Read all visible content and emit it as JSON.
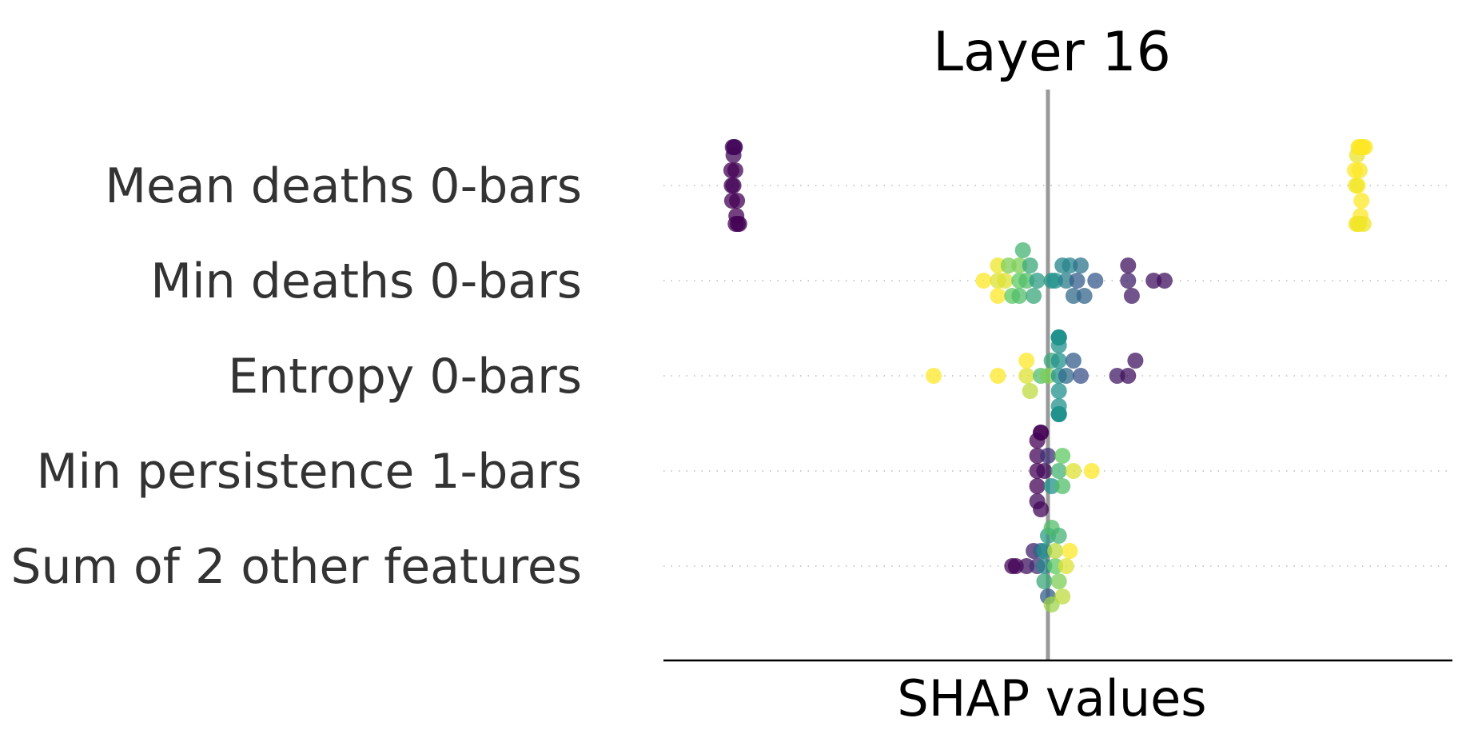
{
  "chart_data": {
    "type": "scatter",
    "subtype": "shap-beeswarm",
    "title": "Layer 16",
    "xlabel": "SHAP values",
    "ylabel": "",
    "xlim": [
      -1.0,
      1.0
    ],
    "x_ticks_shown": false,
    "zero_line": true,
    "grid": "dotted horizontal guide per feature",
    "colormap": "viridis",
    "colormap_stops": [
      "#440154",
      "#3b528b",
      "#21918c",
      "#5ec962",
      "#fde725"
    ],
    "features": [
      {
        "name": "Mean deaths 0-bars",
        "points": [
          {
            "x": -0.88,
            "f": 0.0
          },
          {
            "x": -0.885,
            "f": 0.02
          },
          {
            "x": -0.875,
            "f": 0.01
          },
          {
            "x": -0.87,
            "f": 0.0
          },
          {
            "x": -0.88,
            "f": 0.03
          },
          {
            "x": -0.872,
            "f": 0.0
          },
          {
            "x": -0.882,
            "f": 0.02
          },
          {
            "x": -0.868,
            "f": 0.01
          },
          {
            "x": -0.886,
            "f": 0.0
          },
          {
            "x": -0.876,
            "f": 0.04
          },
          {
            "x": -0.864,
            "f": 0.0
          },
          {
            "x": -0.878,
            "f": 0.02
          },
          {
            "x": -0.874,
            "f": 0.01
          },
          {
            "x": -0.884,
            "f": 0.0
          },
          {
            "x": 0.85,
            "f": 1.0
          },
          {
            "x": 0.845,
            "f": 0.98
          },
          {
            "x": 0.855,
            "f": 0.99
          },
          {
            "x": 0.86,
            "f": 1.0
          },
          {
            "x": 0.848,
            "f": 0.97
          },
          {
            "x": 0.858,
            "f": 1.0
          },
          {
            "x": 0.852,
            "f": 0.99
          },
          {
            "x": 0.866,
            "f": 0.98
          },
          {
            "x": 0.842,
            "f": 1.0
          },
          {
            "x": 0.862,
            "f": 0.99
          },
          {
            "x": 0.85,
            "f": 0.96
          },
          {
            "x": 0.856,
            "f": 1.0
          },
          {
            "x": 0.846,
            "f": 0.99
          },
          {
            "x": 0.864,
            "f": 1.0
          },
          {
            "x": 0.854,
            "f": 0.98
          },
          {
            "x": 0.87,
            "f": 1.0
          }
        ]
      },
      {
        "name": "Min deaths 0-bars",
        "points": [
          {
            "x": -0.18,
            "f": 1.0
          },
          {
            "x": -0.14,
            "f": 0.95
          },
          {
            "x": -0.14,
            "f": 0.98
          },
          {
            "x": -0.14,
            "f": 1.0
          },
          {
            "x": -0.12,
            "f": 0.95
          },
          {
            "x": -0.11,
            "f": 0.8
          },
          {
            "x": -0.1,
            "f": 0.75
          },
          {
            "x": -0.08,
            "f": 0.75
          },
          {
            "x": -0.08,
            "f": 0.8
          },
          {
            "x": -0.08,
            "f": 0.7
          },
          {
            "x": -0.07,
            "f": 0.65
          },
          {
            "x": -0.06,
            "f": 0.7
          },
          {
            "x": -0.05,
            "f": 0.6
          },
          {
            "x": -0.04,
            "f": 0.6
          },
          {
            "x": -0.03,
            "f": 0.55
          },
          {
            "x": 0.01,
            "f": 0.52
          },
          {
            "x": 0.02,
            "f": 0.5
          },
          {
            "x": 0.04,
            "f": 0.45
          },
          {
            "x": 0.05,
            "f": 0.42
          },
          {
            "x": 0.06,
            "f": 0.45
          },
          {
            "x": 0.07,
            "f": 0.35
          },
          {
            "x": 0.08,
            "f": 0.3
          },
          {
            "x": 0.09,
            "f": 0.38
          },
          {
            "x": 0.1,
            "f": 0.33
          },
          {
            "x": 0.13,
            "f": 0.28
          },
          {
            "x": 0.22,
            "f": 0.1
          },
          {
            "x": 0.22,
            "f": 0.05
          },
          {
            "x": 0.23,
            "f": 0.08
          },
          {
            "x": 0.29,
            "f": 0.05
          },
          {
            "x": 0.32,
            "f": 0.05
          }
        ]
      },
      {
        "name": "Entropy 0-bars",
        "points": [
          {
            "x": -0.32,
            "f": 1.0
          },
          {
            "x": -0.14,
            "f": 1.0
          },
          {
            "x": -0.06,
            "f": 0.95
          },
          {
            "x": -0.06,
            "f": 1.0
          },
          {
            "x": -0.05,
            "f": 0.9
          },
          {
            "x": -0.02,
            "f": 0.7
          },
          {
            "x": 0.0,
            "f": 0.8
          },
          {
            "x": 0.01,
            "f": 0.6
          },
          {
            "x": 0.03,
            "f": 0.5
          },
          {
            "x": 0.03,
            "f": 0.5
          },
          {
            "x": 0.03,
            "f": 0.5
          },
          {
            "x": 0.03,
            "f": 0.5
          },
          {
            "x": 0.03,
            "f": 0.5
          },
          {
            "x": 0.03,
            "f": 0.5
          },
          {
            "x": 0.03,
            "f": 0.5
          },
          {
            "x": 0.03,
            "f": 0.5
          },
          {
            "x": 0.03,
            "f": 0.5
          },
          {
            "x": 0.03,
            "f": 0.5
          },
          {
            "x": 0.03,
            "f": 0.5
          },
          {
            "x": 0.03,
            "f": 0.5
          },
          {
            "x": 0.03,
            "f": 0.5
          },
          {
            "x": 0.03,
            "f": 0.5
          },
          {
            "x": 0.05,
            "f": 0.35
          },
          {
            "x": 0.07,
            "f": 0.3
          },
          {
            "x": 0.09,
            "f": 0.25
          },
          {
            "x": 0.19,
            "f": 0.08
          },
          {
            "x": 0.22,
            "f": 0.05
          },
          {
            "x": 0.24,
            "f": 0.06
          }
        ]
      },
      {
        "name": "Min persistence 1-bars",
        "points": [
          {
            "x": -0.03,
            "f": 0.0
          },
          {
            "x": -0.03,
            "f": 0.02
          },
          {
            "x": -0.03,
            "f": 0.01
          },
          {
            "x": -0.03,
            "f": 0.0
          },
          {
            "x": -0.03,
            "f": 0.03
          },
          {
            "x": -0.02,
            "f": 0.0
          },
          {
            "x": -0.02,
            "f": 0.02
          },
          {
            "x": -0.02,
            "f": 0.01
          },
          {
            "x": -0.01,
            "f": 0.03
          },
          {
            "x": 0.0,
            "f": 0.15
          },
          {
            "x": 0.01,
            "f": 0.5
          },
          {
            "x": 0.03,
            "f": 0.65
          },
          {
            "x": 0.04,
            "f": 0.75
          },
          {
            "x": 0.04,
            "f": 0.7
          },
          {
            "x": 0.07,
            "f": 0.95
          },
          {
            "x": 0.12,
            "f": 1.0
          }
        ]
      },
      {
        "name": "Sum of 2 other features",
        "points": [
          {
            "x": -0.1,
            "f": 0.02
          },
          {
            "x": -0.09,
            "f": 0.0
          },
          {
            "x": -0.06,
            "f": 0.05
          },
          {
            "x": -0.04,
            "f": 0.1
          },
          {
            "x": -0.03,
            "f": 0.15
          },
          {
            "x": -0.02,
            "f": 0.3
          },
          {
            "x": -0.01,
            "f": 0.45
          },
          {
            "x": -0.01,
            "f": 0.5
          },
          {
            "x": -0.01,
            "f": 0.6
          },
          {
            "x": 0.0,
            "f": 0.55
          },
          {
            "x": 0.0,
            "f": 0.3
          },
          {
            "x": 0.01,
            "f": 0.7
          },
          {
            "x": 0.01,
            "f": 0.85
          },
          {
            "x": 0.02,
            "f": 0.75
          },
          {
            "x": 0.02,
            "f": 0.9
          },
          {
            "x": 0.03,
            "f": 0.8
          },
          {
            "x": 0.03,
            "f": 0.65
          },
          {
            "x": 0.04,
            "f": 0.9
          },
          {
            "x": 0.05,
            "f": 0.95
          },
          {
            "x": 0.06,
            "f": 1.0
          }
        ]
      }
    ]
  }
}
